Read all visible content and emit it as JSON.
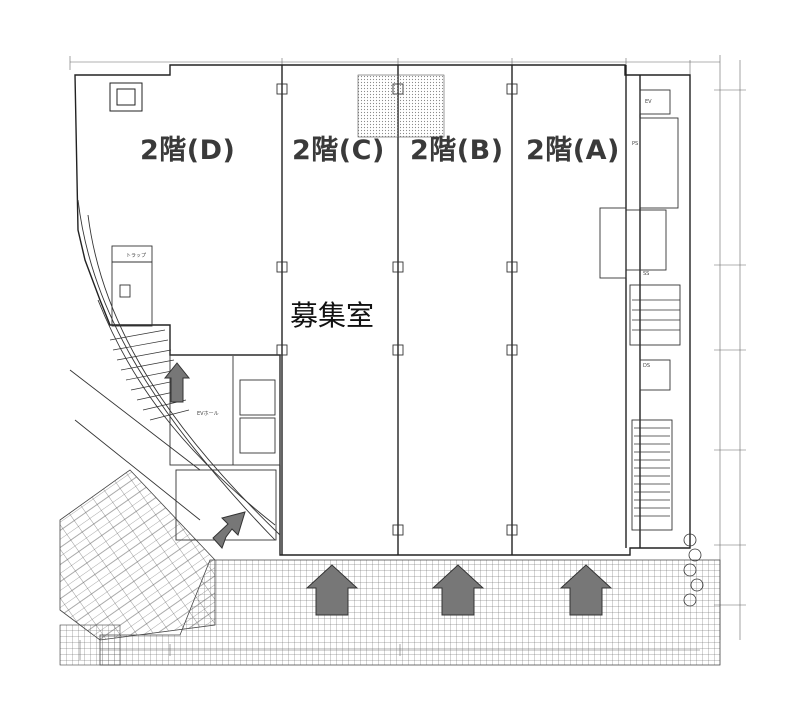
{
  "floor_plan": {
    "units": [
      {
        "id": "d",
        "label": "2階(D)"
      },
      {
        "id": "c",
        "label": "2階(C)"
      },
      {
        "id": "b",
        "label": "2階(B)"
      },
      {
        "id": "a",
        "label": "2階(A)"
      }
    ],
    "vacancy_label": "募集室",
    "room_labels": {
      "elevator": "EV",
      "elevator_hall": "EVホール",
      "ps": "PS",
      "trap": "トラップ",
      "ds": "DS",
      "ss": "SS"
    },
    "entrance_arrows": 5,
    "colors": {
      "line": "#333333",
      "arrow_fill": "#777777",
      "label": "#3a3a3a",
      "hatch": "#888888"
    }
  }
}
